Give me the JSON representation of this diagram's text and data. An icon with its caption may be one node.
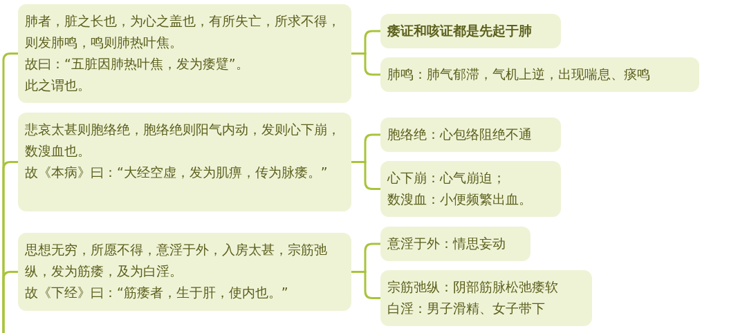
{
  "diagram": {
    "nodes": [
      {
        "text": [
          "肺者，脏之长也，为心之盖也，有所失亡，所求不得，则发肺鸣，鸣则肺热叶焦。",
          "故曰：“五脏因肺热叶焦，发为痿躄”。",
          "此之谓也。"
        ]
      },
      {
        "text": [
          "痿证和咳证都是先起于肺"
        ]
      },
      {
        "text": [
          "肺鸣：肺气郁滞，气机上逆，出现喘息、痰鸣"
        ]
      },
      {
        "text": [
          "悲哀太甚则胞络绝，胞络绝则阳气内动，发则心下崩，数溲血也。",
          "故《本病》曰：“大经空虚，发为肌痹，传为脉痿。”"
        ]
      },
      {
        "text": [
          "胞络绝：心包络阻绝不通"
        ]
      },
      {
        "text": [
          "心下崩：心气崩迫；",
          "数溲血：小便频繁出血。"
        ]
      },
      {
        "text": [
          "思想无穷，所愿不得，意淫于外，入房太甚，宗筋弛纵，发为筋痿，及为白淫。",
          "故《下经》曰：“筋痿者，生于肝，使内也。”"
        ]
      },
      {
        "text": [
          "意淫于外：情思妄动"
        ]
      },
      {
        "text": [
          "宗筋弛纵：阴部筋脉松弛痿软",
          "白淫：男子滑精、女子带下"
        ]
      }
    ],
    "edges": [
      {
        "from": null,
        "to": 0,
        "arrow": "none"
      },
      {
        "from": null,
        "to": 3,
        "arrow": "none"
      },
      {
        "from": null,
        "to": 6,
        "arrow": "none"
      },
      {
        "from": 0,
        "to": 1,
        "arrow": "none"
      },
      {
        "from": 0,
        "to": 2,
        "arrow": "none"
      },
      {
        "from": 3,
        "to": 4,
        "arrow": "none"
      },
      {
        "from": 3,
        "to": 5,
        "arrow": "none"
      },
      {
        "from": 6,
        "to": 7,
        "arrow": "none"
      },
      {
        "from": 6,
        "to": 8,
        "arrow": "none"
      }
    ]
  }
}
